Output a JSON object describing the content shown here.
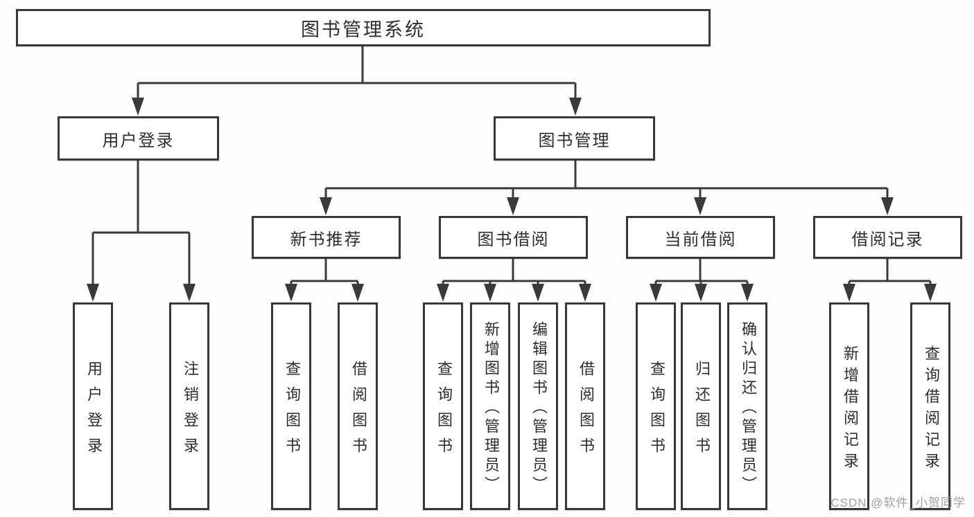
{
  "diagram": {
    "root": {
      "label": "图书管理系统"
    },
    "level2": [
      {
        "label": "用户登录"
      },
      {
        "label": "图书管理"
      }
    ],
    "level3": [
      {
        "label": "新书推荐"
      },
      {
        "label": "图书借阅"
      },
      {
        "label": "当前借阅"
      },
      {
        "label": "借阅记录"
      }
    ],
    "leaves": [
      {
        "label": "用户登录",
        "parent": "用户登录"
      },
      {
        "label": "注销登录",
        "parent": "用户登录"
      },
      {
        "label": "查询图书",
        "parent": "新书推荐"
      },
      {
        "label": "借阅图书",
        "parent": "新书推荐"
      },
      {
        "label": "查询图书",
        "parent": "图书借阅"
      },
      {
        "label": "新增图书（管理员）",
        "parent": "图书借阅"
      },
      {
        "label": "编辑图书（管理员）",
        "parent": "图书借阅"
      },
      {
        "label": "借阅图书",
        "parent": "图书借阅"
      },
      {
        "label": "查询图书",
        "parent": "当前借阅"
      },
      {
        "label": "归还图书",
        "parent": "当前借阅"
      },
      {
        "label": "确认归还（管理员）",
        "parent": "当前借阅"
      },
      {
        "label": "新增借阅记录",
        "parent": "借阅记录"
      },
      {
        "label": "查询借阅记录",
        "parent": "借阅记录"
      }
    ]
  },
  "watermark": {
    "text": "CSDN @软件_小贺同学"
  },
  "colors": {
    "line": "#3a3a3a",
    "box_border": "#383838",
    "text": "#2d2d2d",
    "watermark": "#a0a0a0",
    "background": "#fefefe"
  }
}
